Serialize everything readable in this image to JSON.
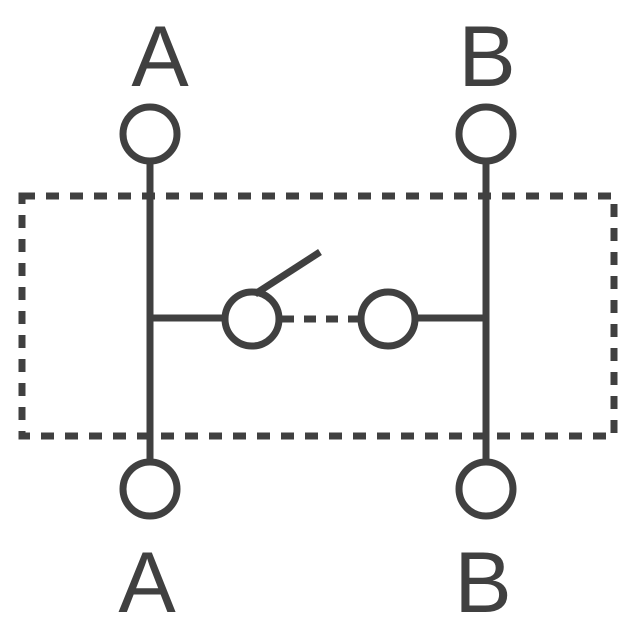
{
  "terminals": {
    "top_left": "A",
    "top_right": "B",
    "bottom_left": "A",
    "bottom_right": "B"
  },
  "colors": {
    "stroke": "#404040",
    "background": "#ffffff"
  }
}
